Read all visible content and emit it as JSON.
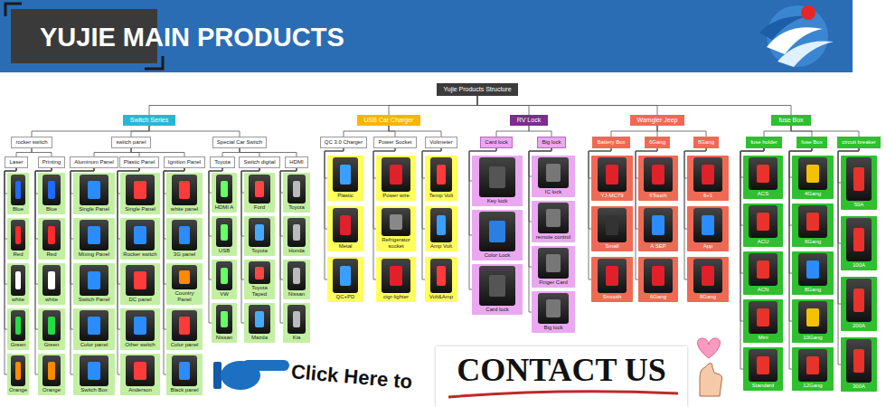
{
  "diagram": {
    "title": "YUJIE MAIN PRODUCTS",
    "nodes": [
      {
        "text": [
          "Yujie Products Structure"
        ]
      },
      {
        "text": [
          "Switch Series"
        ]
      },
      {
        "text": [
          "USB Car Charger"
        ]
      },
      {
        "text": [
          "RV Lock"
        ]
      },
      {
        "text": [
          "Wamgler Jeep"
        ]
      },
      {
        "text": [
          "fuse Box"
        ]
      },
      {
        "text": [
          "rocker switch"
        ]
      },
      {
        "text": [
          "switch panel"
        ]
      },
      {
        "text": [
          "Special Car Switch"
        ]
      },
      {
        "text": [
          "QC 3.0 Charger"
        ]
      },
      {
        "text": [
          "Power Socket"
        ]
      },
      {
        "text": [
          "Voltmeter"
        ]
      },
      {
        "text": [
          "Card lock"
        ]
      },
      {
        "text": [
          "Big lock"
        ]
      },
      {
        "text": [
          "Battery Box"
        ]
      },
      {
        "text": [
          "6Gang"
        ]
      },
      {
        "text": [
          "8Gang"
        ]
      },
      {
        "text": [
          "fuse holder"
        ]
      },
      {
        "text": [
          "fuse Box"
        ]
      },
      {
        "text": [
          "circuit breaker"
        ]
      },
      {
        "text": [
          "Laser"
        ]
      },
      {
        "text": [
          "Printing"
        ]
      },
      {
        "text": [
          "Aluminum Panel"
        ]
      },
      {
        "text": [
          "Plastic Panel"
        ]
      },
      {
        "text": [
          "Ignition Panel"
        ]
      },
      {
        "text": [
          "Toyota"
        ]
      },
      {
        "text": [
          "Switch digital"
        ]
      },
      {
        "text": [
          "HDMI"
        ]
      },
      {
        "text": [
          "Blue"
        ]
      },
      {
        "text": [
          "Red"
        ]
      },
      {
        "text": [
          "white"
        ]
      },
      {
        "text": [
          "Green"
        ]
      },
      {
        "text": [
          "Orange"
        ]
      },
      {
        "text": [
          "Blue"
        ]
      },
      {
        "text": [
          "Red"
        ]
      },
      {
        "text": [
          "white"
        ]
      },
      {
        "text": [
          "Green"
        ]
      },
      {
        "text": [
          "Orange"
        ]
      },
      {
        "text": [
          "Single Panel"
        ]
      },
      {
        "text": [
          "Mixing Panel"
        ]
      },
      {
        "text": [
          "Switch Panel"
        ]
      },
      {
        "text": [
          "Color panel"
        ]
      },
      {
        "text": [
          "Switch Box"
        ]
      },
      {
        "text": [
          "Single Panel"
        ]
      },
      {
        "text": [
          "Rocker switch"
        ]
      },
      {
        "text": [
          "DC panel"
        ]
      },
      {
        "text": [
          "Other switch"
        ]
      },
      {
        "text": [
          "Anderson"
        ]
      },
      {
        "text": [
          "white panel"
        ]
      },
      {
        "text": [
          "3G panel"
        ]
      },
      {
        "text": [
          "Country Panel"
        ]
      },
      {
        "text": [
          "Color panel"
        ]
      },
      {
        "text": [
          "Black panel"
        ]
      },
      {
        "text": [
          "HDMI A"
        ]
      },
      {
        "text": [
          "USB"
        ]
      },
      {
        "text": [
          "VW"
        ]
      },
      {
        "text": [
          "Nissan"
        ]
      },
      {
        "text": [
          "Ford"
        ]
      },
      {
        "text": [
          "Toyota"
        ]
      },
      {
        "text": [
          "Toyota Taped"
        ]
      },
      {
        "text": [
          "Mazda"
        ]
      },
      {
        "text": [
          "Toyota"
        ]
      },
      {
        "text": [
          "Honda"
        ]
      },
      {
        "text": [
          "Nissan"
        ]
      },
      {
        "text": [
          "Kia"
        ]
      },
      {
        "text": [
          "Plastic"
        ]
      },
      {
        "text": [
          "Metal"
        ]
      },
      {
        "text": [
          "QC+PD"
        ]
      },
      {
        "text": [
          "Power wire"
        ]
      },
      {
        "text": [
          "Refrigerator socket"
        ]
      },
      {
        "text": [
          "cigr-lighter"
        ]
      },
      {
        "text": [
          "Temp Volt"
        ]
      },
      {
        "text": [
          "Amp Volt"
        ]
      },
      {
        "text": [
          "Volt&Amp"
        ]
      },
      {
        "text": [
          "Key lock"
        ]
      },
      {
        "text": [
          "Color Lock"
        ]
      },
      {
        "text": [
          "Card lock"
        ]
      },
      {
        "text": [
          "IC lock"
        ]
      },
      {
        "text": [
          "remote control"
        ]
      },
      {
        "text": [
          "Finger Card"
        ]
      },
      {
        "text": [
          "Big lock"
        ]
      },
      {
        "text": [
          "YJ-MC79"
        ]
      },
      {
        "text": [
          "Small"
        ]
      },
      {
        "text": [
          "Smooth"
        ]
      },
      {
        "text": [
          "6Touch"
        ]
      },
      {
        "text": [
          "A SEP"
        ]
      },
      {
        "text": [
          "6Gang"
        ]
      },
      {
        "text": [
          "6+1"
        ]
      },
      {
        "text": [
          "App"
        ]
      },
      {
        "text": [
          "8Gang"
        ]
      },
      {
        "text": [
          "ACS"
        ]
      },
      {
        "text": [
          "ACU"
        ]
      },
      {
        "text": [
          "ACN"
        ]
      },
      {
        "text": [
          "Mini"
        ]
      },
      {
        "text": [
          "Standard"
        ]
      },
      {
        "text": [
          "4Gang"
        ]
      },
      {
        "text": [
          "6Gang"
        ]
      },
      {
        "text": [
          "8Gang"
        ]
      },
      {
        "text": [
          "10Gang"
        ]
      },
      {
        "text": [
          "12Gang"
        ]
      },
      {
        "text": [
          "50A"
        ]
      },
      {
        "text": [
          "100A"
        ]
      },
      {
        "text": [
          "200A"
        ]
      },
      {
        "text": [
          "300A"
        ]
      }
    ],
    "edges": [
      {
        "from": 0,
        "to": 1,
        "arrow": "none"
      },
      {
        "from": 0,
        "to": 2,
        "arrow": "none"
      },
      {
        "from": 0,
        "to": 3,
        "arrow": "none"
      },
      {
        "from": 0,
        "to": 4,
        "arrow": "none"
      },
      {
        "from": 0,
        "to": 5,
        "arrow": "none"
      },
      {
        "from": 1,
        "to": 6,
        "arrow": "none"
      },
      {
        "from": 1,
        "to": 7,
        "arrow": "none"
      },
      {
        "from": 1,
        "to": 8,
        "arrow": "none"
      },
      {
        "from": 2,
        "to": 9,
        "arrow": "none"
      },
      {
        "from": 2,
        "to": 10,
        "arrow": "none"
      },
      {
        "from": 2,
        "to": 11,
        "arrow": "none"
      },
      {
        "from": 3,
        "to": 12,
        "arrow": "none"
      },
      {
        "from": 3,
        "to": 13,
        "arrow": "none"
      },
      {
        "from": 4,
        "to": 14,
        "arrow": "none"
      },
      {
        "from": 4,
        "to": 15,
        "arrow": "none"
      },
      {
        "from": 4,
        "to": 16,
        "arrow": "none"
      },
      {
        "from": 5,
        "to": 17,
        "arrow": "none"
      },
      {
        "from": 5,
        "to": 18,
        "arrow": "none"
      },
      {
        "from": 5,
        "to": 19,
        "arrow": "none"
      },
      {
        "from": 6,
        "to": 20,
        "arrow": "none"
      },
      {
        "from": 6,
        "to": 21,
        "arrow": "none"
      },
      {
        "from": 7,
        "to": 22,
        "arrow": "none"
      },
      {
        "from": 7,
        "to": 23,
        "arrow": "none"
      },
      {
        "from": 7,
        "to": 24,
        "arrow": "none"
      },
      {
        "from": 8,
        "to": 25,
        "arrow": "none"
      },
      {
        "from": 8,
        "to": 26,
        "arrow": "none"
      },
      {
        "from": 8,
        "to": 27,
        "arrow": "none"
      },
      {
        "from": 20,
        "to": 28,
        "arrow": "none"
      },
      {
        "from": 20,
        "to": 29,
        "arrow": "none"
      },
      {
        "from": 20,
        "to": 30,
        "arrow": "none"
      },
      {
        "from": 20,
        "to": 31,
        "arrow": "none"
      },
      {
        "from": 20,
        "to": 32,
        "arrow": "none"
      },
      {
        "from": 21,
        "to": 33,
        "arrow": "none"
      },
      {
        "from": 21,
        "to": 34,
        "arrow": "none"
      },
      {
        "from": 21,
        "to": 35,
        "arrow": "none"
      },
      {
        "from": 21,
        "to": 36,
        "arrow": "none"
      },
      {
        "from": 21,
        "to": 37,
        "arrow": "none"
      },
      {
        "from": 22,
        "to": 38,
        "arrow": "none"
      },
      {
        "from": 22,
        "to": 39,
        "arrow": "none"
      },
      {
        "from": 22,
        "to": 40,
        "arrow": "none"
      },
      {
        "from": 22,
        "to": 41,
        "arrow": "none"
      },
      {
        "from": 22,
        "to": 42,
        "arrow": "none"
      },
      {
        "from": 23,
        "to": 43,
        "arrow": "none"
      },
      {
        "from": 23,
        "to": 44,
        "arrow": "none"
      },
      {
        "from": 23,
        "to": 45,
        "arrow": "none"
      },
      {
        "from": 23,
        "to": 46,
        "arrow": "none"
      },
      {
        "from": 23,
        "to": 47,
        "arrow": "none"
      },
      {
        "from": 24,
        "to": 48,
        "arrow": "none"
      },
      {
        "from": 24,
        "to": 49,
        "arrow": "none"
      },
      {
        "from": 24,
        "to": 50,
        "arrow": "none"
      },
      {
        "from": 24,
        "to": 51,
        "arrow": "none"
      },
      {
        "from": 24,
        "to": 52,
        "arrow": "none"
      },
      {
        "from": 25,
        "to": 53,
        "arrow": "none"
      },
      {
        "from": 25,
        "to": 54,
        "arrow": "none"
      },
      {
        "from": 25,
        "to": 55,
        "arrow": "none"
      },
      {
        "from": 25,
        "to": 56,
        "arrow": "none"
      },
      {
        "from": 26,
        "to": 57,
        "arrow": "none"
      },
      {
        "from": 26,
        "to": 58,
        "arrow": "none"
      },
      {
        "from": 26,
        "to": 59,
        "arrow": "none"
      },
      {
        "from": 26,
        "to": 60,
        "arrow": "none"
      },
      {
        "from": 27,
        "to": 61,
        "arrow": "none"
      },
      {
        "from": 27,
        "to": 62,
        "arrow": "none"
      },
      {
        "from": 27,
        "to": 63,
        "arrow": "none"
      },
      {
        "from": 27,
        "to": 64,
        "arrow": "none"
      },
      {
        "from": 9,
        "to": 65,
        "arrow": "none"
      },
      {
        "from": 9,
        "to": 66,
        "arrow": "none"
      },
      {
        "from": 9,
        "to": 67,
        "arrow": "none"
      },
      {
        "from": 10,
        "to": 68,
        "arrow": "none"
      },
      {
        "from": 10,
        "to": 69,
        "arrow": "none"
      },
      {
        "from": 10,
        "to": 70,
        "arrow": "none"
      },
      {
        "from": 11,
        "to": 71,
        "arrow": "none"
      },
      {
        "from": 11,
        "to": 72,
        "arrow": "none"
      },
      {
        "from": 11,
        "to": 73,
        "arrow": "none"
      },
      {
        "from": 12,
        "to": 74,
        "arrow": "none"
      },
      {
        "from": 12,
        "to": 75,
        "arrow": "none"
      },
      {
        "from": 12,
        "to": 76,
        "arrow": "none"
      },
      {
        "from": 13,
        "to": 77,
        "arrow": "none"
      },
      {
        "from": 13,
        "to": 78,
        "arrow": "none"
      },
      {
        "from": 13,
        "to": 79,
        "arrow": "none"
      },
      {
        "from": 13,
        "to": 80,
        "arrow": "none"
      },
      {
        "from": 14,
        "to": 81,
        "arrow": "none"
      },
      {
        "from": 14,
        "to": 82,
        "arrow": "none"
      },
      {
        "from": 14,
        "to": 83,
        "arrow": "none"
      },
      {
        "from": 15,
        "to": 84,
        "arrow": "none"
      },
      {
        "from": 15,
        "to": 85,
        "arrow": "none"
      },
      {
        "from": 15,
        "to": 86,
        "arrow": "none"
      },
      {
        "from": 16,
        "to": 87,
        "arrow": "none"
      },
      {
        "from": 16,
        "to": 88,
        "arrow": "none"
      },
      {
        "from": 16,
        "to": 89,
        "arrow": "none"
      },
      {
        "from": 17,
        "to": 90,
        "arrow": "none"
      },
      {
        "from": 17,
        "to": 91,
        "arrow": "none"
      },
      {
        "from": 17,
        "to": 92,
        "arrow": "none"
      },
      {
        "from": 17,
        "to": 93,
        "arrow": "none"
      },
      {
        "from": 17,
        "to": 94,
        "arrow": "none"
      },
      {
        "from": 18,
        "to": 95,
        "arrow": "none"
      },
      {
        "from": 18,
        "to": 96,
        "arrow": "none"
      },
      {
        "from": 18,
        "to": 97,
        "arrow": "none"
      },
      {
        "from": 18,
        "to": 98,
        "arrow": "none"
      },
      {
        "from": 18,
        "to": 99,
        "arrow": "none"
      },
      {
        "from": 19,
        "to": 100,
        "arrow": "none"
      },
      {
        "from": 19,
        "to": 101,
        "arrow": "none"
      },
      {
        "from": 19,
        "to": 102,
        "arrow": "none"
      },
      {
        "from": 19,
        "to": 103,
        "arrow": "none"
      }
    ],
    "labels": [
      "Click Here to",
      "CONTACT US"
    ]
  }
}
